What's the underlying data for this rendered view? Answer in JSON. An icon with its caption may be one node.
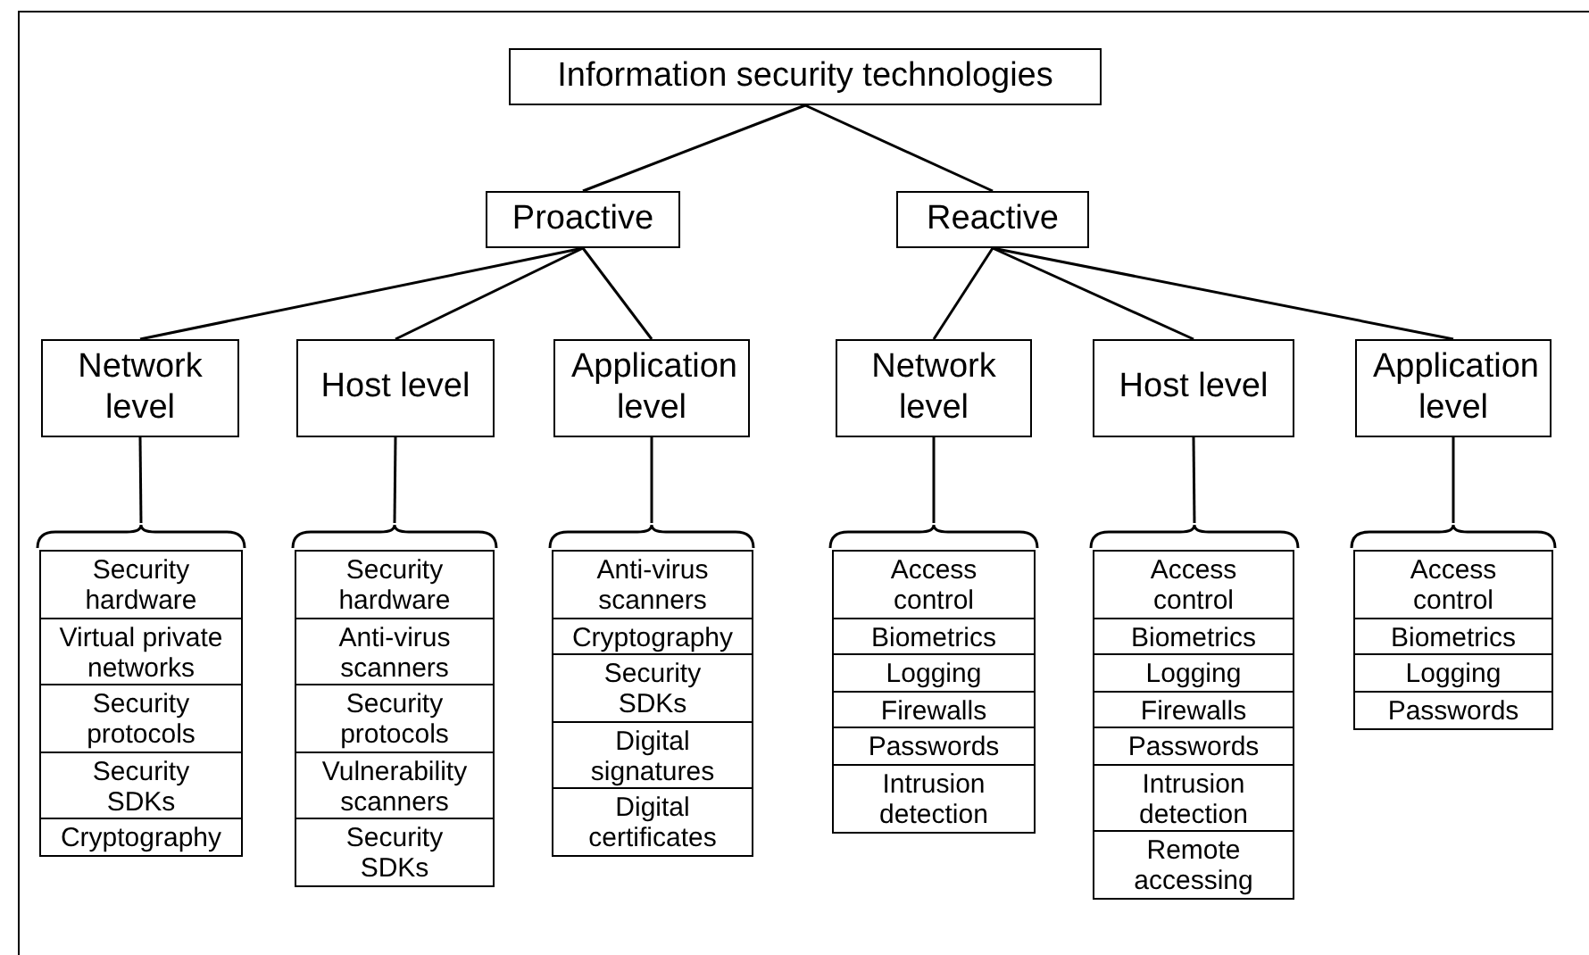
{
  "diagram": {
    "nodes": [
      {
        "text": [
          "Information security technologies"
        ]
      },
      {
        "text": [
          "Proactive"
        ]
      },
      {
        "text": [
          "Reactive"
        ]
      },
      {
        "text": [
          "Network level"
        ]
      },
      {
        "text": [
          "Host level"
        ]
      },
      {
        "text": [
          "Application level"
        ]
      },
      {
        "text": [
          "Network level"
        ]
      },
      {
        "text": [
          "Host level"
        ]
      },
      {
        "text": [
          "Application level"
        ]
      },
      {
        "text": [],
        "shape": "bracket"
      },
      {
        "text": [
          "Security hardware"
        ],
        "in": 9
      },
      {
        "text": [
          "Virtual private networks"
        ],
        "in": 9
      },
      {
        "text": [
          "Security protocols"
        ],
        "in": 9
      },
      {
        "text": [
          "Security SDKs"
        ],
        "in": 9
      },
      {
        "text": [
          "Cryptography"
        ],
        "in": 9
      },
      {
        "text": [],
        "shape": "bracket"
      },
      {
        "text": [
          "Security hardware"
        ],
        "in": 15
      },
      {
        "text": [
          "Anti-virus scanners"
        ],
        "in": 15
      },
      {
        "text": [
          "Security protocols"
        ],
        "in": 15
      },
      {
        "text": [
          "Vulnerability scanners"
        ],
        "in": 15
      },
      {
        "text": [
          "Security SDKs"
        ],
        "in": 15
      },
      {
        "text": [],
        "shape": "bracket"
      },
      {
        "text": [
          "Anti-virus scanners"
        ],
        "in": 21
      },
      {
        "text": [
          "Cryptography"
        ],
        "in": 21
      },
      {
        "text": [
          "Security SDKs"
        ],
        "in": 21
      },
      {
        "text": [
          "Digital signatures"
        ],
        "in": 21
      },
      {
        "text": [
          "Digital certificates"
        ],
        "in": 21
      },
      {
        "text": [],
        "shape": "bracket"
      },
      {
        "text": [
          "Access control"
        ],
        "in": 27
      },
      {
        "text": [
          "Biometrics"
        ],
        "in": 27
      },
      {
        "text": [
          "Logging"
        ],
        "in": 27
      },
      {
        "text": [
          "Firewalls"
        ],
        "in": 27
      },
      {
        "text": [
          "Passwords"
        ],
        "in": 27
      },
      {
        "text": [
          "Intrusion detection"
        ],
        "in": 27
      },
      {
        "text": [],
        "shape": "bracket"
      },
      {
        "text": [
          "Access control"
        ],
        "in": 34
      },
      {
        "text": [
          "Biometrics"
        ],
        "in": 34
      },
      {
        "text": [
          "Logging"
        ],
        "in": 34
      },
      {
        "text": [
          "Firewalls"
        ],
        "in": 34
      },
      {
        "text": [
          "Passwords"
        ],
        "in": 34
      },
      {
        "text": [
          "Intrusion detection"
        ],
        "in": 34
      },
      {
        "text": [
          "Remote accessing"
        ],
        "in": 34
      },
      {
        "text": [],
        "shape": "bracket"
      },
      {
        "text": [
          "Access control"
        ],
        "in": 42
      },
      {
        "text": [
          "Biometrics"
        ],
        "in": 42
      },
      {
        "text": [
          "Logging"
        ],
        "in": 42
      },
      {
        "text": [
          "Passwords"
        ],
        "in": 42
      }
    ],
    "edges": [
      {
        "from": 0,
        "to": 1,
        "arrow": "none"
      },
      {
        "from": 0,
        "to": 2,
        "arrow": "none"
      },
      {
        "from": 1,
        "to": 3,
        "arrow": "none"
      },
      {
        "from": 1,
        "to": 4,
        "arrow": "none"
      },
      {
        "from": 1,
        "to": 5,
        "arrow": "none"
      },
      {
        "from": 2,
        "to": 6,
        "arrow": "none"
      },
      {
        "from": 2,
        "to": 7,
        "arrow": "none"
      },
      {
        "from": 2,
        "to": 8,
        "arrow": "none"
      },
      {
        "from": 3,
        "to": 9,
        "arrow": "none"
      },
      {
        "from": 4,
        "to": 15,
        "arrow": "none"
      },
      {
        "from": 5,
        "to": 21,
        "arrow": "none"
      },
      {
        "from": 6,
        "to": 27,
        "arrow": "none"
      },
      {
        "from": 7,
        "to": 34,
        "arrow": "none"
      },
      {
        "from": 8,
        "to": 42,
        "arrow": "none"
      }
    ]
  }
}
